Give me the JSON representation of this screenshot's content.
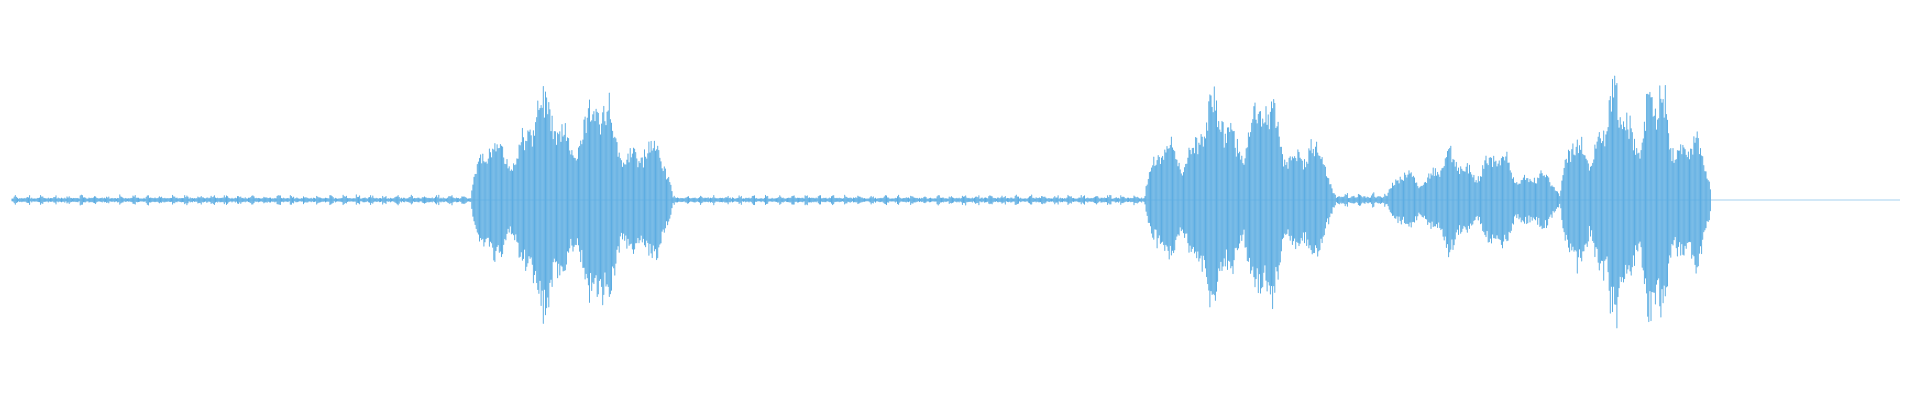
{
  "waveform": {
    "color": "#5DADE2",
    "background": "#FFFFFF",
    "segments": [
      {
        "start": 0.0,
        "end": 0.243,
        "kind": "near-silence",
        "amplitude": 0.03
      },
      {
        "start": 0.243,
        "end": 0.35,
        "kind": "sound",
        "amplitude": 1.0
      },
      {
        "start": 0.35,
        "end": 0.6,
        "kind": "near-silence",
        "amplitude": 0.03
      },
      {
        "start": 0.6,
        "end": 0.7,
        "kind": "sound",
        "amplitude": 0.95
      },
      {
        "start": 0.7,
        "end": 0.728,
        "kind": "near-silence",
        "amplitude": 0.05
      },
      {
        "start": 0.728,
        "end": 0.82,
        "kind": "sound",
        "amplitude": 0.45
      },
      {
        "start": 0.82,
        "end": 0.9,
        "kind": "sound",
        "amplitude": 1.1
      }
    ]
  }
}
